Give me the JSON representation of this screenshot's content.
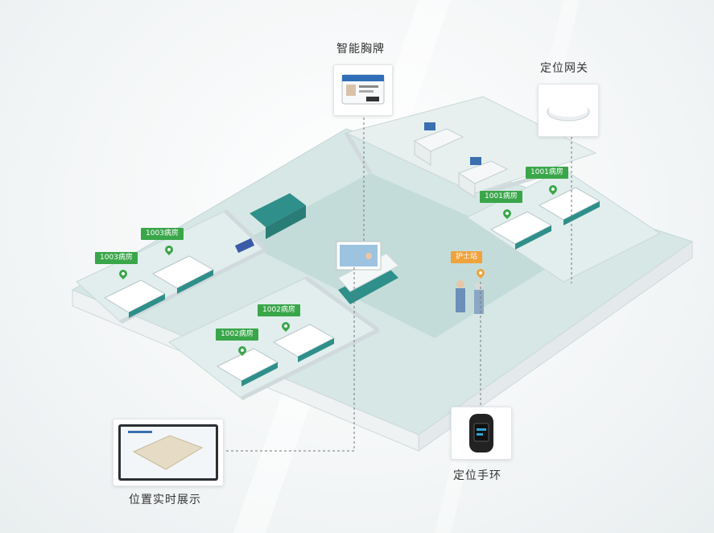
{
  "callouts": {
    "badge": "智能胸牌",
    "gateway": "定位网关",
    "wristband": "定位手环",
    "display": "位置实时展示"
  },
  "rooms": {
    "r1003a": "1003病房",
    "r1003b": "1003病房",
    "r1002a": "1002病房",
    "r1002b": "1002病房",
    "r1001a": "1001病房",
    "r1001b": "1001病房"
  },
  "station": "护士站",
  "colors": {
    "tag_green": "#3aa64a",
    "tag_orange": "#f0a23b",
    "floor": "#cfe3e1",
    "teal": "#2f8f8a"
  }
}
